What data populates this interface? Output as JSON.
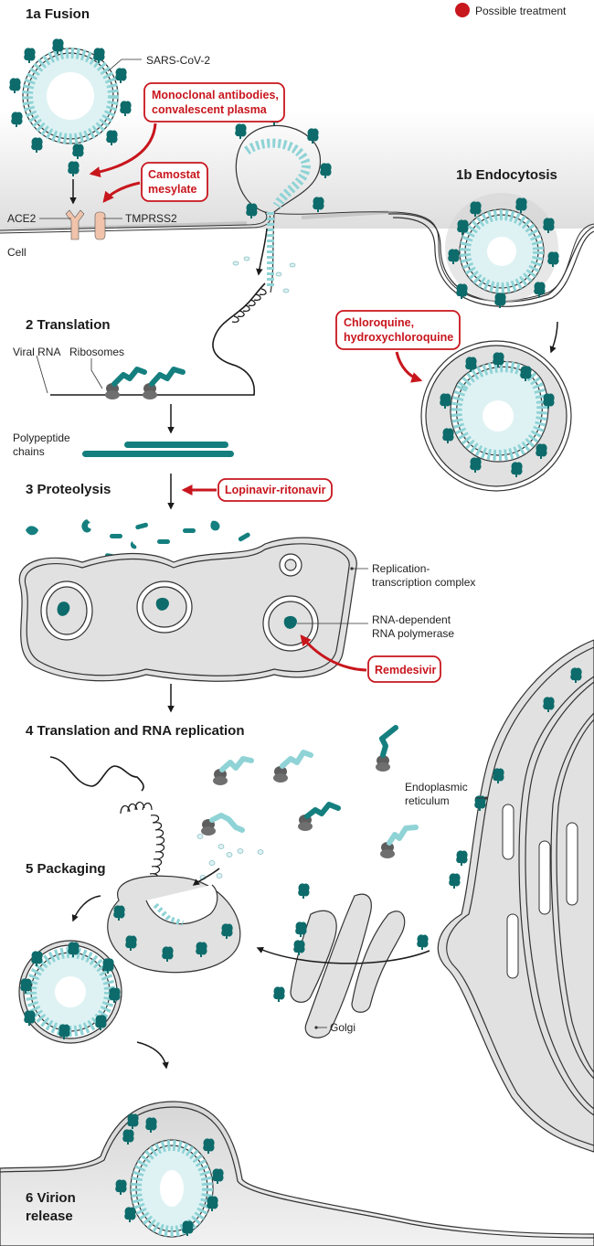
{
  "legend": {
    "label": "Possible treatment",
    "color": "#c8161d"
  },
  "colors": {
    "treatment": "#c8161d",
    "spike": "#0e6b6b",
    "spike_light": "#7fcfd3",
    "polypeptide": "#157f7f",
    "receptor": "#f0c3aa",
    "cytoplasm": "#e2e2e2",
    "ribosome": "#5e5e5e"
  },
  "steps": {
    "s1a": "1a Fusion",
    "s1b": "1b Endocytosis",
    "s2": "2 Translation",
    "s3": "3 Proteolysis",
    "s4": "4 Translation and RNA replication",
    "s5": "5 Packaging",
    "s6_line1": "6 Virion",
    "s6_line2": "release"
  },
  "labels": {
    "virus": "SARS-CoV-2",
    "ace2": "ACE2",
    "tmprss2": "TMPRSS2",
    "cell": "Cell",
    "viral_rna": "Viral RNA",
    "ribosomes": "Ribosomes",
    "polypeptide_1": "Polypeptide",
    "polypeptide_2": "chains",
    "rtc_1": "Replication-",
    "rtc_2": "transcription complex",
    "rdrp_1": "RNA-dependent",
    "rdrp_2": "RNA polymerase",
    "er_1": "Endoplasmic",
    "er_2": "reticulum",
    "golgi": "Golgi"
  },
  "treatments": {
    "antibodies_1": "Monoclonal antibodies,",
    "antibodies_2": "convalescent plasma",
    "camostat_1": "Camostat",
    "camostat_2": "mesylate",
    "chloroquine_1": "Chloroquine,",
    "chloroquine_2": "hydroxychloroquine",
    "lopinavir": "Lopinavir-ritonavir",
    "remdesivir": "Remdesivir"
  }
}
